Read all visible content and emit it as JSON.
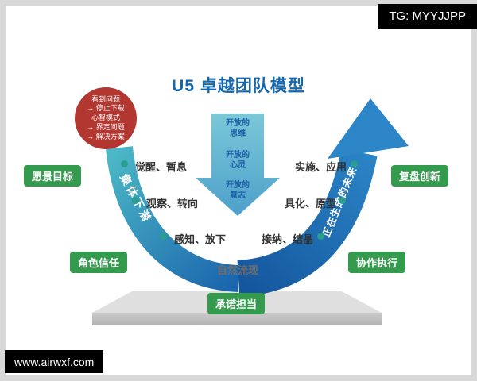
{
  "title": "U5 卓越团队模型",
  "watermarks": {
    "top_right": "TG: MYYJJPP",
    "bottom_left": "www.airwxf.com"
  },
  "problem_circle": {
    "lines": [
      "看到问题",
      "→ 停止下载",
      "心智模式",
      "→ 界定问题",
      "→ 解决方案"
    ]
  },
  "center_arrow": {
    "items": [
      "开放的思维",
      "开放的心灵",
      "开放的意志"
    ]
  },
  "curve_labels": {
    "descend": "集体下潜",
    "ascend": "正在生成的未来"
  },
  "stages": {
    "left": [
      "觉醒、暂息",
      "观察、转向",
      "感知、放下"
    ],
    "bottom": "自然流现",
    "right_bottom_to_top": [
      "接纳、结晶",
      "具化、原型",
      "实施、应用"
    ]
  },
  "badges": {
    "top_left": "愿景目标",
    "top_right": "复盘创新",
    "mid_left": "角色信任",
    "mid_right": "协作执行",
    "bottom": "承诺担当"
  },
  "colors": {
    "title_blue": "#1466ad",
    "curve_teal": "#4cb8c6",
    "curve_blue": "#1b66ae",
    "badge_green": "#339a4e",
    "problem_red": "#b23730",
    "center_arrow_fill": "#56b0c9",
    "platform_gray": "#cfcfcf"
  }
}
